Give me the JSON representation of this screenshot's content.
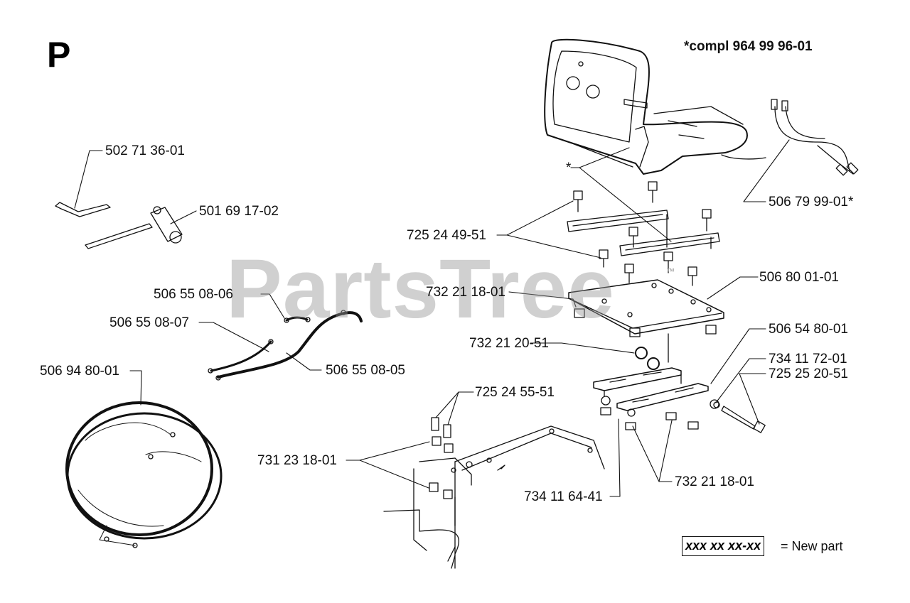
{
  "page": {
    "letter": "P",
    "compl_note": "*compl 964 99 96-01",
    "watermark": "PartsTree",
    "trademark": "™",
    "asterisk": "*"
  },
  "legend": {
    "box_text": "xxx xx xx-xx",
    "text": "= New part"
  },
  "parts": [
    "502 71 36-01",
    "501 69 17-02",
    "506 55 08-06",
    "506 55 08-07",
    "506 55 08-05",
    "506 94 80-01",
    "725 24 49-51",
    "732 21 18-01",
    "732 21 20-51",
    "725 24 55-51",
    "731 23 18-01",
    "734 11 64-41",
    "732 21 18-01",
    "506 80 01-01",
    "506 54 80-01",
    "734 11 72-01",
    "725 25 20-51",
    "506 79 99-01*"
  ]
}
